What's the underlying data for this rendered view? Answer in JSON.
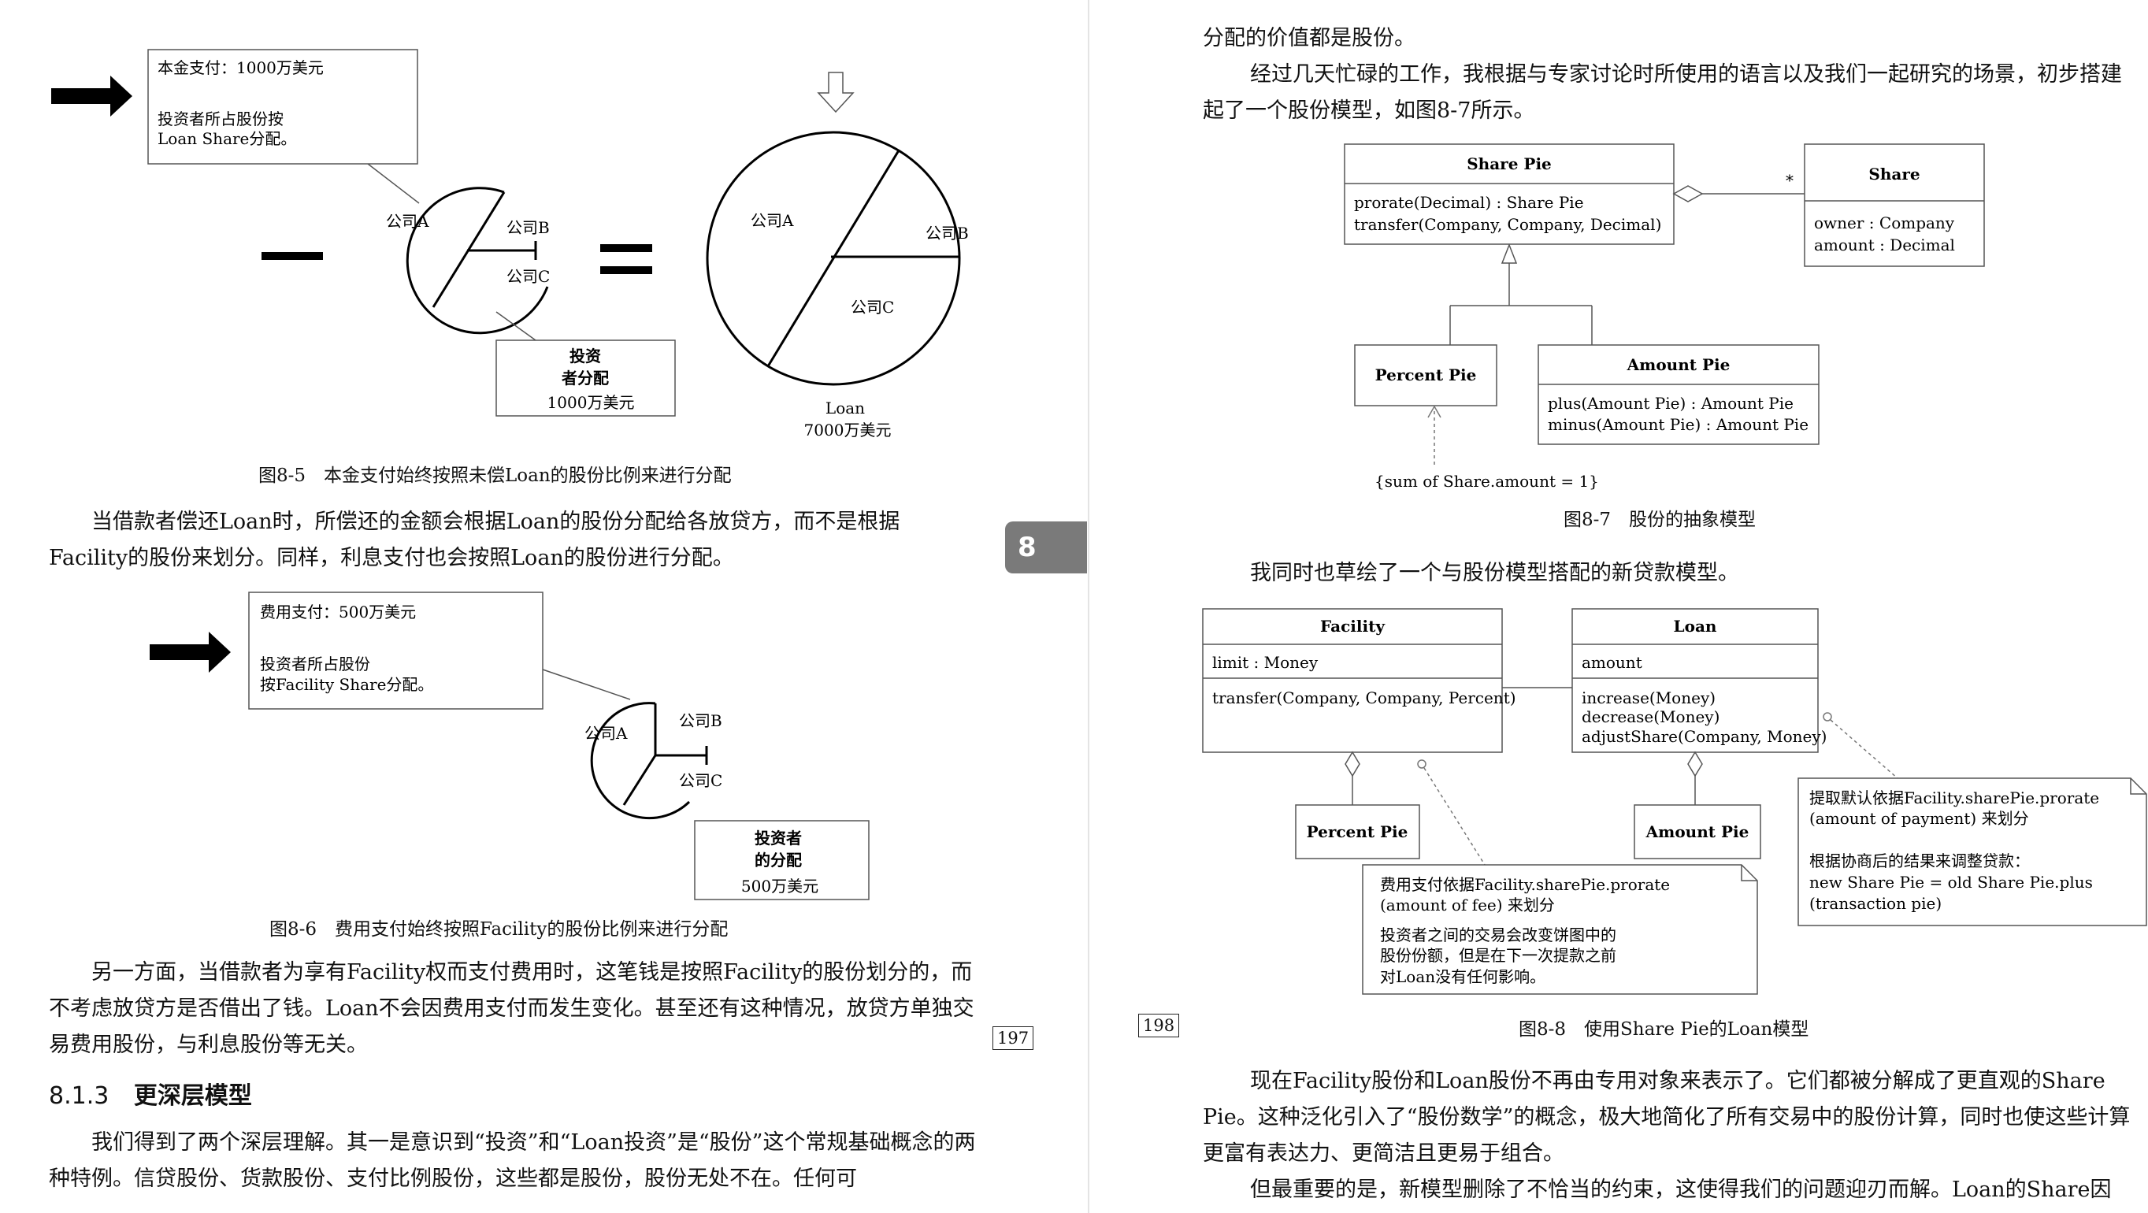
{
  "section_tab": "8",
  "left": {
    "fig85": {
      "note_line1": "本金支付：1000万美元",
      "note_line2": "投资者所占股份按",
      "note_line3": "Loan Share分配。",
      "label_a": "公司A",
      "label_b": "公司B",
      "label_c": "公司C",
      "minus": "—",
      "equals": "＝",
      "box_line1": "投资",
      "box_line2": "者分配",
      "box_line3": "1000万美元",
      "big_a": "公司A",
      "big_b": "公司B",
      "big_c": "公司C",
      "loan_label": "Loan",
      "loan_amount": "7000万美元",
      "caption": "图8-5　本金支付始终按照未偿Loan的股份比例来进行分配"
    },
    "para1": "当借款者偿还Loan时，所偿还的金额会根据Loan的股份分配给各放贷方，而不是根据Facility的股份来划分。同样，利息支付也会按照Loan的股份进行分配。",
    "fig86": {
      "note_line1": "费用支付：500万美元",
      "note_line2": "投资者所占股份",
      "note_line3": "按Facility Share分配。",
      "label_a": "公司A",
      "label_b": "公司B",
      "label_c": "公司C",
      "box_line1": "投资者",
      "box_line2": "的分配",
      "box_line3": "500万美元",
      "caption": "图8-6　费用支付始终按照Facility的股份比例来进行分配"
    },
    "para2": "另一方面，当借款者为享有Facility权而支付费用时，这笔钱是按照Facility的股份划分的，而不考虑放贷方是否借出了钱。Loan不会因费用支付而发生变化。甚至还有这种情况，放贷方单独交易费用股份，与利息股份等无关。",
    "page_number": "197",
    "heading_num": "8.1.3",
    "heading_text": "更深层模型",
    "para3": "我们得到了两个深层理解。其一是意识到“投资”和“Loan投资”是“股份”这个常规基础概念的两种特例。信贷股份、货款股份、支付比例股份，这些都是股份，股份无处不在。任何可"
  },
  "right": {
    "para0": "分配的价值都是股份。",
    "para1": "经过几天忙碌的工作，我根据与专家讨论时所使用的语言以及我们一起研究的场景，初步搭建起了一个股份模型，如图8-7所示。",
    "fig87": {
      "share_pie_title": "Share Pie",
      "share_pie_op1": "prorate(Decimal) : Share Pie",
      "share_pie_op2": "transfer(Company, Company, Decimal)",
      "share_title": "Share",
      "share_attr1": "owner : Company",
      "share_attr2": "amount : Decimal",
      "multiplicity": "*",
      "percent_pie_title": "Percent Pie",
      "amount_pie_title": "Amount Pie",
      "amount_pie_op1": "plus(Amount Pie) : Amount Pie",
      "amount_pie_op2": "minus(Amount Pie) : Amount Pie",
      "constraint": "{sum of Share.amount = 1}",
      "caption": "图8-7　股份的抽象模型"
    },
    "para2": "我同时也草绘了一个与股份模型搭配的新贷款模型。",
    "fig88": {
      "facility_title": "Facility",
      "facility_attr": "limit : Money",
      "facility_op": "transfer(Company, Company, Percent)",
      "loan_title": "Loan",
      "loan_attr": "amount",
      "loan_op1": "increase(Money)",
      "loan_op2": "decrease(Money)",
      "loan_op3": "adjustShare(Company, Money)",
      "percent_pie": "Percent Pie",
      "amount_pie": "Amount Pie",
      "note1_line1": "费用支付依据Facility.sharePie.prorate",
      "note1_line2": "(amount of fee) 来划分",
      "note1_line3": "投资者之间的交易会改变饼图中的",
      "note1_line4": "股份份额，但是在下一次提款之前",
      "note1_line5": "对Loan没有任何影响。",
      "note2_line1": "提取默认依据Facility.sharePie.prorate",
      "note2_line2": "(amount of payment) 来划分",
      "note2_line3": "根据协商后的结果来调整贷款：",
      "note2_line4": "new Share Pie = old Share Pie.plus",
      "note2_line5": "(transaction pie)",
      "caption": "图8-8　使用Share Pie的Loan模型"
    },
    "page_number": "198",
    "para3": "现在Facility股份和Loan股份不再由专用对象来表示了。它们都被分解成了更直观的Share Pie。这种泛化引入了“股份数学”的概念，极大地简化了所有交易中的股份计算，同时也使这些计算更富有表达力、更简洁且更易于组合。",
    "para4": "但最重要的是，新模型删除了不恰当的约束，这使得我们的问题迎刃而解。Loan的Share因"
  }
}
